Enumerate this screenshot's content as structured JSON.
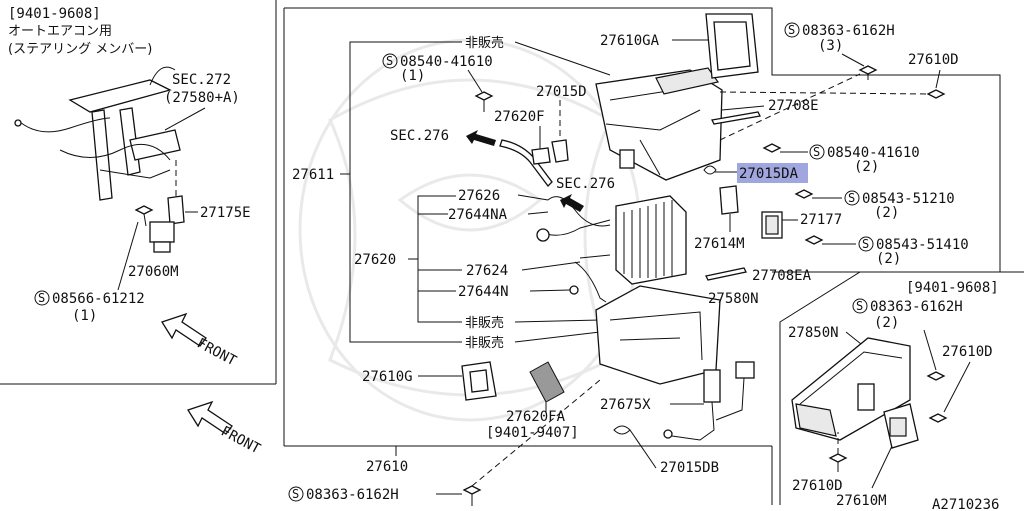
{
  "left_panel": {
    "header_date": "[9401-9608]",
    "header_line2": "オートエアコン用",
    "header_line3": "(ステアリング メンバー)",
    "sec_ref": "SEC.272",
    "sec_sub": "(27580+A)",
    "part_27175e": "27175E",
    "part_27060m": "27060M",
    "screw_code": "08566-61212",
    "screw_qty": "(1)",
    "front_label": "FRONT"
  },
  "main": {
    "not_sold_top": "非販売",
    "part_27610ga": "27610GA",
    "screw_08540_top": "08540-41610",
    "screw_08540_top_qty": "(1)",
    "part_27015d": "27015D",
    "part_27620f": "27620F",
    "sec_276_left": "SEC.276",
    "sec_276_mid": "SEC.276",
    "part_27611": "27611",
    "part_27626": "27626",
    "part_27644na": "27644NA",
    "part_27620": "27620",
    "part_27624": "27624",
    "part_27644n": "27644N",
    "not_sold_mid": "非販売",
    "not_sold_bottom": "非販売",
    "part_27708e": "27708E",
    "screw_08540_right": "08540-41610",
    "screw_08540_right_qty": "(2)",
    "part_27015da": "27015DA",
    "screw_08543_a": "08543-51210",
    "screw_08543_a_qty": "(2)",
    "part_27177": "27177",
    "part_27614m": "27614M",
    "screw_08543_b": "08543-51410",
    "screw_08543_b_qty": "(2)",
    "part_27708ea": "27708EA",
    "part_27580n": "27580N",
    "part_27610g": "27610G",
    "part_27620fa": "27620FA",
    "date_range_27620fa": "[9401-9407]",
    "part_27675x": "27675X",
    "part_27610": "27610",
    "part_27015db": "27015DB",
    "screw_08363_bottom": "08363-6162H",
    "screw_08363_top": "08363-6162H",
    "screw_08363_top_qty": "(3)",
    "part_27610d_top": "27610D",
    "front_label": "FRONT"
  },
  "right_panel": {
    "header_date": "[9401-9608]",
    "screw_code": "08363-6162H",
    "screw_qty": "(2)",
    "part_27850n": "27850N",
    "part_27610d_a": "27610D",
    "part_27610d_b": "27610D",
    "part_27610m": "27610M",
    "diagram_code": "A2710236"
  },
  "colors": {
    "line": "#111111",
    "highlight": "#8e98d8",
    "background": "#ffffff"
  }
}
